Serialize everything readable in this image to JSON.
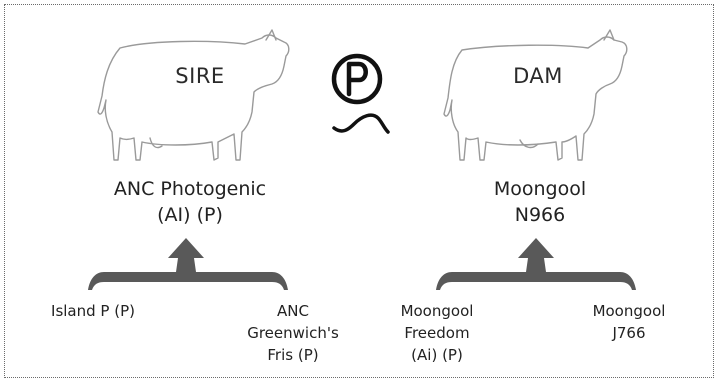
{
  "colors": {
    "frame_border": "#6b6b6b",
    "cow_outline": "#9a9a9a",
    "bracket_fill": "#595959",
    "logo_stroke": "#111111",
    "text": "#222222"
  },
  "sire": {
    "label": "SIRE",
    "name_line1": "ANC Photogenic",
    "name_line2": "(AI) (P)",
    "grandparents": [
      {
        "lines": [
          "Island P (P)"
        ]
      },
      {
        "lines": [
          "ANC",
          "Greenwich's",
          "Fris (P)"
        ]
      }
    ]
  },
  "dam": {
    "label": "DAM",
    "name_line1": "Moongool",
    "name_line2": "N966",
    "grandparents": [
      {
        "lines": [
          "Moongool",
          "Freedom",
          "(Ai) (P)"
        ]
      },
      {
        "lines": [
          "Moongool",
          "J766"
        ]
      }
    ]
  },
  "logo": {
    "letter": "P",
    "icon": "polled-p-logo"
  },
  "icons": {
    "sire_image": "bull-outline-icon",
    "dam_image": "cow-outline-icon",
    "sire_bracket": "bracket-up-arrow-icon",
    "dam_bracket": "bracket-up-arrow-icon"
  }
}
